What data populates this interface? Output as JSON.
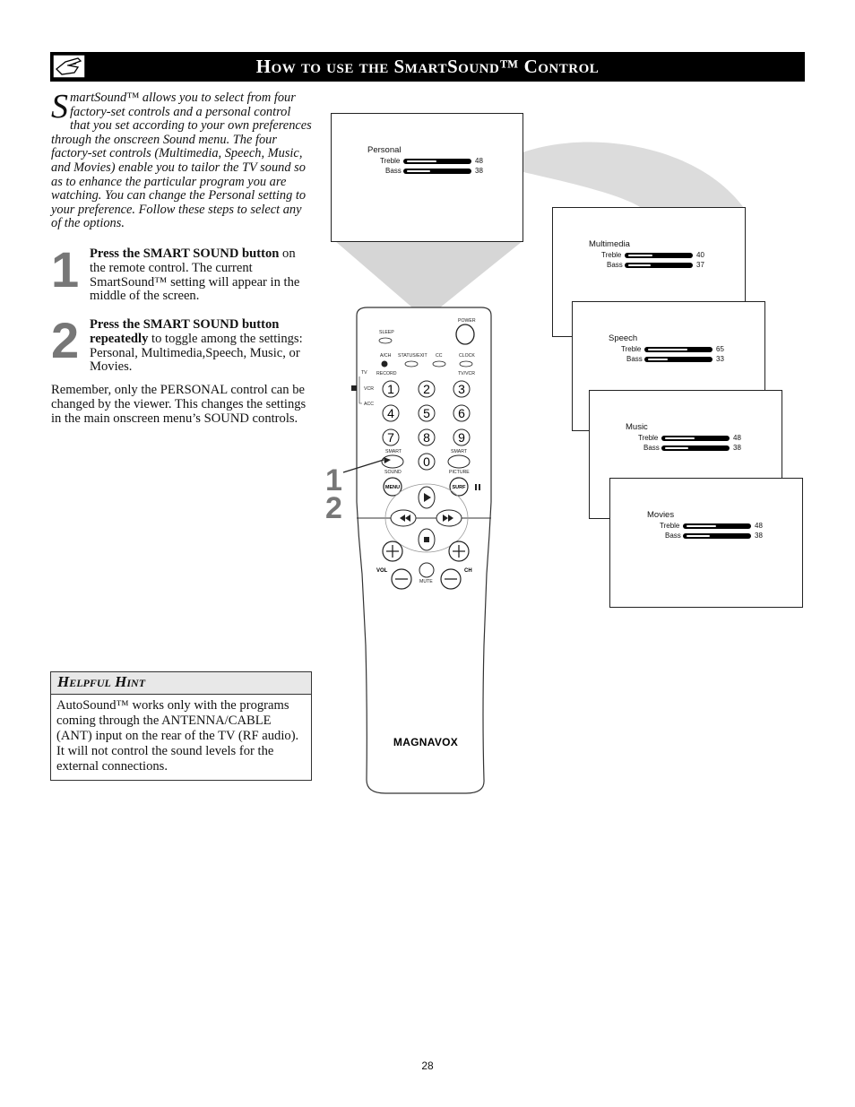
{
  "header": {
    "title": "How to use the SmartSound™ Control"
  },
  "intro": {
    "dropcap": "S",
    "text": "martSound™ allows you to select from four factory-set controls and a personal control that you set according to your own preferences through the onscreen Sound menu. The four factory-set controls (Multimedia, Speech, Music, and Movies) enable you to tailor the TV sound so as to enhance the particular program you are watching. You can change the Personal setting to your preference. Follow these steps to select any of the options."
  },
  "steps": [
    {
      "number": "1",
      "bold": "Press the SMART SOUND button",
      "rest": " on the remote control.  The current SmartSound™ setting will appear in the middle of the screen."
    },
    {
      "number": "2",
      "bold": "Press the SMART SOUND button repeatedly",
      "rest": " to toggle among the settings: Personal, Multimedia,Speech, Music, or Movies."
    }
  ],
  "remember": "Remember, only the PERSONAL control can be changed by the viewer.  This changes the settings in the main onscreen menu’s SOUND controls.",
  "hint": {
    "title": "Helpful Hint",
    "text": "AutoSound™ works only with the programs coming through the ANTENNA/CABLE (ANT) input on the rear of the TV (RF audio).  It will not control the sound levels for the external connections."
  },
  "screens": [
    {
      "name": "Personal",
      "treble_label": "Treble",
      "bass_label": "Bass",
      "treble": 48,
      "bass": 38
    },
    {
      "name": "Multimedia",
      "treble_label": "Treble",
      "bass_label": "Bass",
      "treble": 40,
      "bass": 37
    },
    {
      "name": "Speech",
      "treble_label": "Treble",
      "bass_label": "Bass",
      "treble": 65,
      "bass": 33
    },
    {
      "name": "Music",
      "treble_label": "Treble",
      "bass_label": "Bass",
      "treble": 48,
      "bass": 38
    },
    {
      "name": "Movies",
      "treble_label": "Treble",
      "bass_label": "Bass",
      "treble": 48,
      "bass": 38
    }
  ],
  "remote": {
    "brand": "MAGNAVOX",
    "power": "POWER",
    "sleep": "SLEEP",
    "ach": "A/CH",
    "status_exit": "STATUS/EXIT",
    "cc": "CC",
    "clock": "CLOCK",
    "record": "RECORD",
    "tvvcr": "TV/VCR",
    "mode_tv": "TV",
    "mode_vcr": "VCR",
    "mode_acc": "ACC",
    "digits": [
      "1",
      "2",
      "3",
      "4",
      "5",
      "6",
      "7",
      "8",
      "9",
      "0"
    ],
    "smart_sound_top": "SMART",
    "smart_sound_bottom": "SOUND",
    "smart_picture_top": "SMART",
    "smart_picture_bottom": "PICTURE",
    "menu": "MENU",
    "surf": "SURF",
    "vol": "VOL",
    "ch": "CH",
    "mute": "MUTE",
    "callout_1": "1",
    "callout_2": "2"
  },
  "page_number": "28"
}
